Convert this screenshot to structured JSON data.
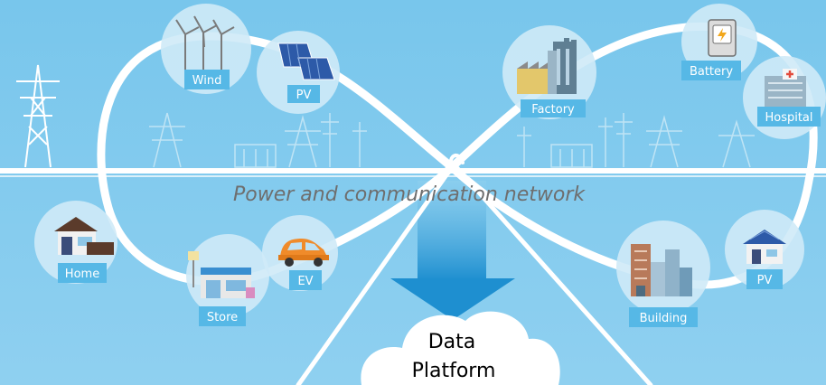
{
  "network_label": "Power and communication network",
  "platform": {
    "line1": "Data",
    "line2": "Platform"
  },
  "nodes": {
    "wind": "Wind",
    "pv_top": "PV",
    "home": "Home",
    "store": "Store",
    "ev": "EV",
    "factory": "Factory",
    "battery": "Battery",
    "hospital": "Hospital",
    "building": "Building",
    "pv_right": "PV"
  },
  "colors": {
    "sky": "#7cc8ec",
    "sky_light": "#b9e3f6",
    "circle": "#cfeaf7",
    "label_bg": "#56b8e6",
    "loop": "#ffffff",
    "arrow": "#2f9fd8",
    "cloud": "#ffffff"
  }
}
